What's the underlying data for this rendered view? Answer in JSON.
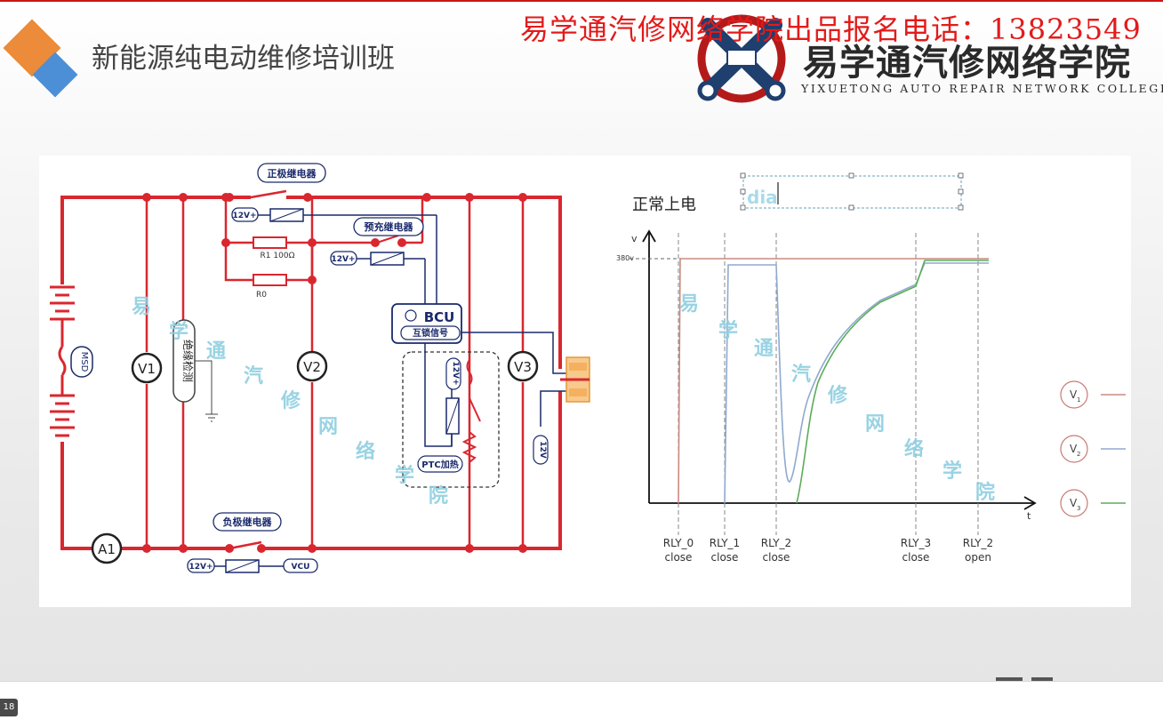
{
  "slide": {
    "title": "新能源纯电动维修培训班",
    "banner": "易学通汽修网络学院出品报名电话：13823549",
    "school_name": "易学通汽修网络学院",
    "school_name_en": "YIXUETONG AUTO REPAIR NETWORK COLLEGE",
    "page_number": "18"
  },
  "circuit": {
    "pos_relay": "正极继电器",
    "neg_relay": "负极继电器",
    "precharge_relay": "预充继电器",
    "v12_a": "12V+",
    "v12_b": "12V+",
    "v12_c": "12V+",
    "v12_d": "12V+",
    "v12_e": "12V",
    "r1": "R1  100Ω",
    "r0": "R0",
    "bcu": "BCU",
    "interlock": "互锁信号",
    "ptc": "PTC加热",
    "msd": "MSD",
    "insulation": "绝缘检测",
    "vcu": "VCU",
    "a1": "A1",
    "v1": "V1",
    "v2": "V2",
    "v3": "V3"
  },
  "graph": {
    "title": "正常上电",
    "editing_text": "dia",
    "y_axis": "v",
    "x_axis": "t",
    "voltage_mark": "380v",
    "events": [
      {
        "relay": "RLY_0",
        "state": "close"
      },
      {
        "relay": "RLY_1",
        "state": "close"
      },
      {
        "relay": "RLY_2",
        "state": "close"
      },
      {
        "relay": "RLY_3",
        "state": "close"
      },
      {
        "relay": "RLY_2",
        "state": "open"
      }
    ],
    "legend": [
      {
        "label": "V",
        "sub": "1",
        "color": "#c98a80"
      },
      {
        "label": "V",
        "sub": "2",
        "color": "#8fa9cf"
      },
      {
        "label": "V",
        "sub": "3",
        "color": "#5cac59"
      }
    ]
  },
  "watermark": [
    "易",
    "学",
    "通",
    "汽",
    "修",
    "网",
    "络",
    "学",
    "院"
  ]
}
